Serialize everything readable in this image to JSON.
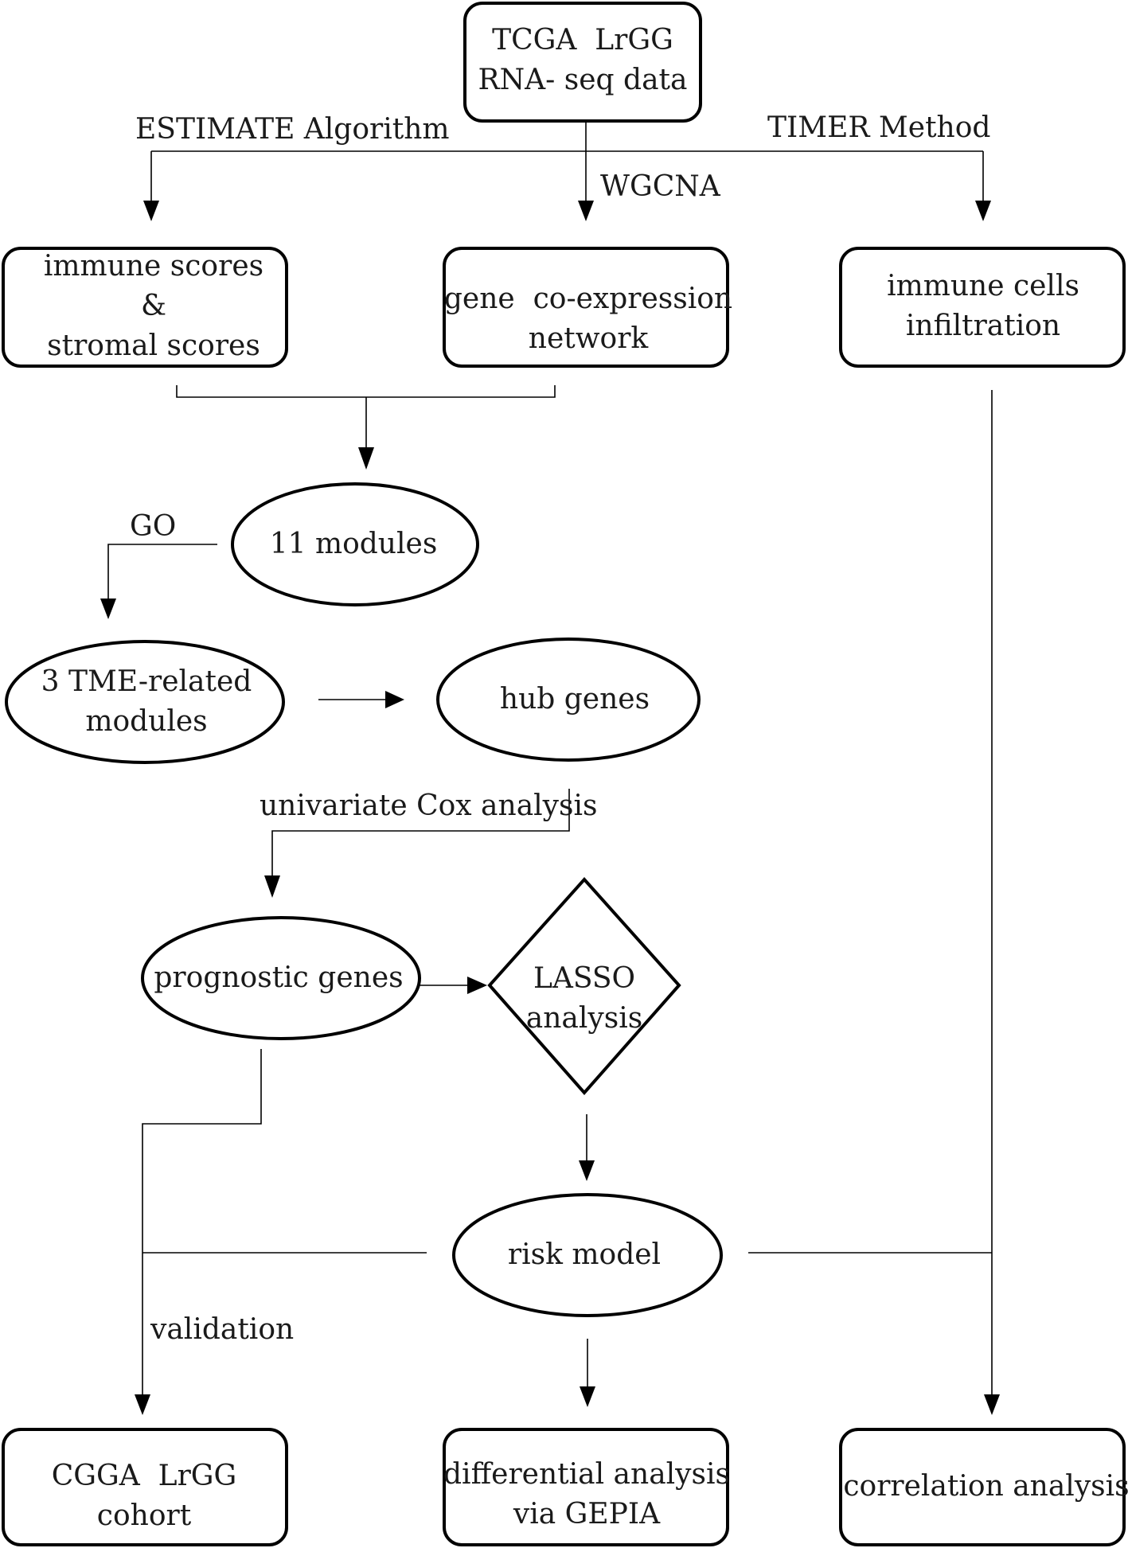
{
  "nodes": {
    "source": "TCGA  LrGG\nRNA- seq data",
    "immune_scores": "immune scores\n&\nstromal scores",
    "coexpression": "gene  co-expression\nnetwork",
    "immune_cells": "immune cells\ninfiltration",
    "modules11": "11 modules",
    "tme_modules": "3 TME-related\nmodules",
    "hub_genes": "hub genes",
    "prognostic_genes": "prognostic genes",
    "lasso": "LASSO\nanalysis",
    "risk_model": "risk model",
    "cgga": "CGGA  LrGG\ncohort",
    "differential": "differential analysis\nvia GEPIA",
    "correlation": "correlation analysis"
  },
  "edge_labels": {
    "estimate": "ESTIMATE Algorithm",
    "timer": "TIMER Method",
    "wgcna": "WGCNA",
    "go": "GO",
    "univariate_cox": "univariate Cox analysis",
    "validation": "validation"
  }
}
